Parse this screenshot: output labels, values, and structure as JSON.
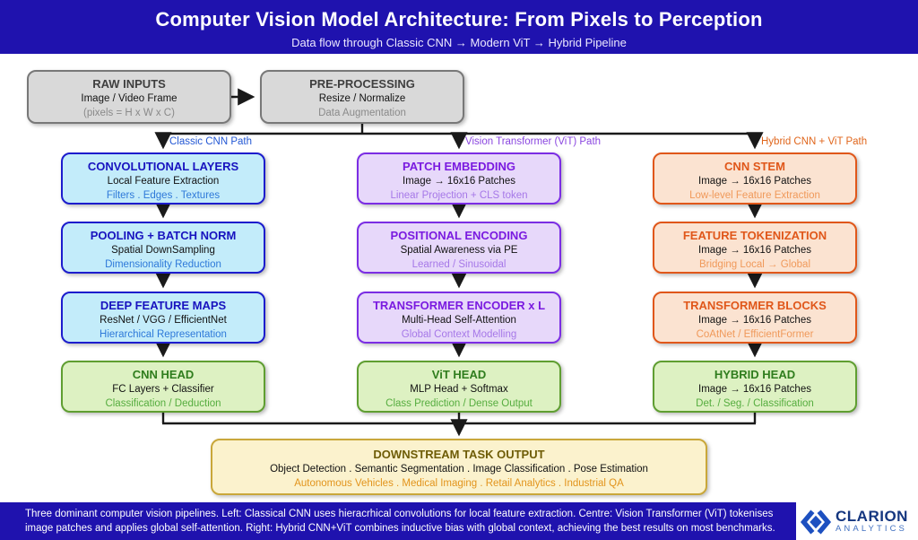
{
  "colors": {
    "indigo_band": "#1f12ae",
    "cnn_path_blue": "#2458d4",
    "vit_path_purple": "#8a46e0",
    "hybrid_path_orange": "#e0661c",
    "arrow_black": "#1a1a1a",
    "logo_blue": "#1d50c0"
  },
  "header": {
    "title": "Computer Vision Model Architecture: From Pixels to Perception",
    "subtitle": "Data flow through Classic CNN → Modern ViT → Hybrid Pipeline"
  },
  "preflow": {
    "raw": {
      "title": "RAW INPUTS",
      "line": "Image / Video Frame",
      "accent": "(pixels = H x W x C)"
    },
    "pre": {
      "title": "PRE-PROCESSING",
      "line": "Resize / Normalize",
      "accent": "Data Augmentation"
    }
  },
  "path_labels": {
    "cnn": "Classic CNN Path",
    "vit": "Vision Transformer (ViT) Path",
    "hybrid": "Hybrid CNN + ViT Path"
  },
  "cnn": [
    {
      "title": "CONVOLUTIONAL LAYERS",
      "line": "Local Feature Extraction",
      "accent": "Filters . Edges . Textures"
    },
    {
      "title": "POOLING + BATCH NORM",
      "line": "Spatial DownSampling",
      "accent": "Dimensionality Reduction"
    },
    {
      "title": "DEEP FEATURE MAPS",
      "line": "ResNet / VGG / EfficientNet",
      "accent": "Hierarchical Representation"
    },
    {
      "title": "CNN HEAD",
      "line": "FC Layers + Classifier",
      "accent": "Classification / Deduction"
    }
  ],
  "vit": [
    {
      "title": "PATCH EMBEDDING",
      "line": "Image → 16x16 Patches",
      "accent": "Linear Projection + CLS token"
    },
    {
      "title": "POSITIONAL ENCODING",
      "line": "Spatial Awareness via PE",
      "accent": "Learned / Sinusoidal"
    },
    {
      "title": "TRANSFORMER ENCODER x L",
      "line": "Multi-Head Self-Attention",
      "accent": "Global Context Modelling"
    },
    {
      "title": "ViT HEAD",
      "line": "MLP Head + Softmax",
      "accent": "Class Prediction / Dense Output"
    }
  ],
  "hybrid": [
    {
      "title": "CNN STEM",
      "line": "Image → 16x16 Patches",
      "accent": "Low-level Feature Extraction"
    },
    {
      "title": "FEATURE TOKENIZATION",
      "line": "Image → 16x16 Patches",
      "accent": "Bridging Local → Global"
    },
    {
      "title": "TRANSFORMER BLOCKS",
      "line": "Image → 16x16 Patches",
      "accent": "CoAtNet / EfficientFormer"
    },
    {
      "title": "HYBRID HEAD",
      "line": "Image → 16x16 Patches",
      "accent": "Det. / Seg. / Classification"
    }
  ],
  "output": {
    "title": "DOWNSTREAM TASK OUTPUT",
    "line": "Object Detection . Semantic Segmentation . Image Classification . Pose Estimation",
    "accent": "Autonomous Vehicles . Medical Imaging . Retail Analytics . Industrial QA"
  },
  "footer": {
    "line1": "Three dominant computer vision pipelines. Left: Classical CNN uses hieracrhical convolutions for local feature extraction. Centre: Vision Transformer (ViT) tokenises",
    "line2": "image patches and applies global self-attention. Right: Hybrid CNN+ViT combines inductive bias with global context, achieving the best results on most benchmarks."
  },
  "logo": {
    "name": "CLARION",
    "sub": "ANALYTICS"
  }
}
